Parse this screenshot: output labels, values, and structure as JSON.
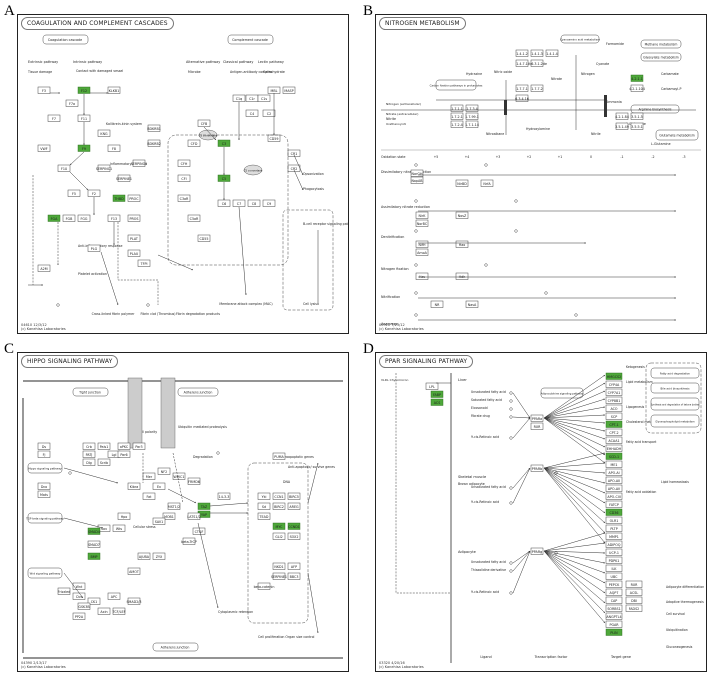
{
  "panels": [
    {
      "letter": "A",
      "title": "COAGULATION AND COMPLEMENT CASCADES",
      "copyright": "04610 12/3/12\n(c) Kanehisa Laboratories",
      "labels": [
        {
          "t": "Coagulation cascade"
        },
        {
          "t": "Complement cascade"
        },
        {
          "t": "Extrinsic pathway"
        },
        {
          "t": "Intrinsic pathway"
        },
        {
          "t": "Alternative pathway"
        },
        {
          "t": "Classical pathway"
        },
        {
          "t": "Lectin pathway"
        },
        {
          "t": "Tissue damage"
        },
        {
          "t": "Contact with damaged vessel"
        },
        {
          "t": "Kallikrein-kinin system"
        },
        {
          "t": "Inflammatory response"
        },
        {
          "t": "Anti-inflammatory response"
        },
        {
          "t": "Platelet activation"
        },
        {
          "t": "Fibrin clot (Thrombus)"
        },
        {
          "t": "Cross-linked fibrin polymer"
        },
        {
          "t": "Fibrin degradation products"
        },
        {
          "t": "Membrane attack complex (MAC)"
        },
        {
          "t": "Opsonization"
        },
        {
          "t": "Phagocytosis"
        },
        {
          "t": "B-cell receptor signaling pathway"
        },
        {
          "t": "Cell lysis"
        },
        {
          "t": "Antigen-antibody complex"
        },
        {
          "t": "Carbohydrate"
        },
        {
          "t": "Microbe"
        },
        {
          "t": "Fibrin polymer"
        },
        {
          "t": "Fibrin monomer"
        },
        {
          "t": "Bradykinin"
        },
        {
          "t": "C3 convertase"
        },
        {
          "t": "C5 convertase"
        }
      ],
      "nodes": [
        "F3",
        "F7",
        "F7a",
        "F12",
        "KLKB1",
        "F11",
        "F9",
        "F10",
        "F2",
        "FGA",
        "FGB",
        "FGG",
        "F13",
        "PLG",
        "PLAT",
        "PLAU",
        "SERPINC1",
        "SERPINE1",
        "THBD",
        "PROC",
        "PROS",
        "F5",
        "F8",
        "VWF",
        "TFPI",
        "A2M",
        "BDKRB1",
        "BDKRB2",
        "C1q",
        "C1r",
        "C1s",
        "C4",
        "C2",
        "C3",
        "C5",
        "C6",
        "C7",
        "C8",
        "C9",
        "CFB",
        "CFD",
        "CFH",
        "CFI",
        "MBL",
        "MASP",
        "CR1",
        "CR2",
        "C3aR",
        "C5aR",
        "CD55",
        "CD59",
        "KNG",
        "SERPING1"
      ],
      "green_nodes": [
        "F12",
        "F9",
        "THBD",
        "C3",
        "C5",
        "FGA"
      ]
    },
    {
      "letter": "B",
      "title": "NITROGEN METABOLISM",
      "copyright": "00910 7/23/12\n(c) Kanehisa Laboratories",
      "labels": [
        {
          "t": "Nitric oxide"
        },
        {
          "t": "Nitrous oxide"
        },
        {
          "t": "Nitrite"
        },
        {
          "t": "Nitrate"
        },
        {
          "t": "Ammonia"
        },
        {
          "t": "Hydroxylamine"
        },
        {
          "t": "Nitrogen"
        },
        {
          "t": "Carbamate"
        },
        {
          "t": "Carbamoyl-P"
        },
        {
          "t": "Cyanate"
        },
        {
          "t": "Formamide"
        },
        {
          "t": "Hydrazine"
        },
        {
          "t": "L-Glutamine"
        },
        {
          "t": "L-Glutamate"
        },
        {
          "t": "Nitroalkane"
        },
        {
          "t": "Nitrile"
        },
        {
          "t": "Urethanoyl-N"
        },
        {
          "t": "Nitrogen (extracellular)"
        },
        {
          "t": "Nitrate (extracellular)"
        },
        {
          "t": "Methane metabolism"
        },
        {
          "t": "Glyoxylate metabolism"
        },
        {
          "t": "Arginine biosynthesis"
        },
        {
          "t": "Glutamate metabolism"
        },
        {
          "t": "Carbon fixation pathways in prokaryotes"
        },
        {
          "t": "Cyanoamino acid metabolism"
        },
        {
          "t": "Oxidation state"
        },
        {
          "t": "Dissimilatory nitrate reduction"
        },
        {
          "t": "Assimilatory nitrate reduction"
        },
        {
          "t": "Denitrification"
        },
        {
          "t": "Nitrogen fixation"
        },
        {
          "t": "Nitrification"
        },
        {
          "t": "Anammox"
        }
      ],
      "oxidation_states": [
        "+5",
        "+4",
        "+3",
        "+2",
        "+1",
        "0",
        "-1",
        "-2",
        "-3"
      ],
      "nodes": [
        "1.7.1.1",
        "1.7.2.1",
        "1.7.3.4",
        "1.7.99.1",
        "1.7.2.4",
        "1.7.1.14",
        "1.4.1.2",
        "1.4.1.3",
        "1.4.1.4",
        "1.4.7.1",
        "6.3.1.2",
        "4.2.1.1",
        "4.2.1.104",
        "4.2.1.84",
        "3.5.1.49",
        "3.5.5.1",
        "3.5.1.5",
        "1.7.7.1",
        "1.7.7.2",
        "6.3.4.16",
        "NarGH",
        "NapAB",
        "NirBD",
        "NrfA",
        "NirK",
        "NorBC",
        "NosZ",
        "NifH",
        "AmoA",
        "Hao",
        "Hzs",
        "Hdh",
        "NasA",
        "NR"
      ],
      "green_nodes": [
        "4.2.1.1"
      ]
    },
    {
      "letter": "C",
      "title": "HIPPO SIGNALING PATHWAY",
      "copyright": "04390 2/13/17\n(c) Kanehisa Laboratories",
      "labels": [
        {
          "t": "Tight junction"
        },
        {
          "t": "Adherens junction"
        },
        {
          "t": "Cell polarity"
        },
        {
          "t": "Hippo signaling pathway"
        },
        {
          "t": "TGF-beta signaling pathway"
        },
        {
          "t": "Wnt signaling pathway"
        },
        {
          "t": "Cellular stress"
        },
        {
          "t": "Cytoplasmic retention"
        },
        {
          "t": "Ubiquitin mediated proteolysis"
        },
        {
          "t": "Degradation"
        },
        {
          "t": "Proapoptotic genes"
        },
        {
          "t": "Anti-apoptotic/ survive genes"
        },
        {
          "t": "Cell proliferation Organ size control"
        },
        {
          "t": "DNA"
        }
      ],
      "nodes": [
        "Crb",
        "Pals1",
        "PATJ",
        "Lgl",
        "Dlg",
        "Scrib",
        "aPKC",
        "Par3",
        "Par6",
        "Mer",
        "Kibra",
        "Ex",
        "Fat",
        "Ds",
        "Fj",
        "Dco",
        "Mats",
        "Hpo",
        "Sav",
        "Wts",
        "Yki",
        "Sd",
        "TAZ",
        "YAP",
        "TEAD",
        "MST1/2",
        "LATS1/2",
        "MOB1",
        "SAV1",
        "NF2",
        "WWC1",
        "FRMD6",
        "AJUBA",
        "ZYX",
        "AMOT",
        "14-3-3",
        "beta-TrCP",
        "CK1",
        "GSK3B",
        "APC",
        "Axin",
        "TCF/LEF",
        "beta-catenin",
        "SMAD2/3",
        "SMAD4",
        "SMAD7",
        "BMP",
        "Wnt",
        "Frizzled",
        "Dvl",
        "PP2A",
        "CTGF",
        "CCN1",
        "BIRC5",
        "BIRC2",
        "AREG",
        "MYC",
        "CCND1",
        "GLI2",
        "SOX2",
        "NKD1",
        "AFP",
        "SERPINE1",
        "BBC3",
        "PUMA"
      ],
      "green_nodes": [
        "YAP",
        "TAZ",
        "CCND1",
        "MYC",
        "SMAD4",
        "BMP"
      ]
    },
    {
      "letter": "D",
      "title": "PPAR SIGNALING PATHWAY",
      "copyright": "03320 4/20/16\n(c) Kanehisa Laboratories",
      "labels": [
        {
          "t": "VLDL Chylomicron"
        },
        {
          "t": "Liver"
        },
        {
          "t": "Skeletal muscle"
        },
        {
          "t": "Adipocyte"
        },
        {
          "t": "Brown adipocyte"
        },
        {
          "t": "Unsaturated fatty acid"
        },
        {
          "t": "Saturated fatty acid"
        },
        {
          "t": "Eicosanoid"
        },
        {
          "t": "Fibrate drug"
        },
        {
          "t": "9-cis-Retinoic acid"
        },
        {
          "t": "Thiazolidine derivative"
        },
        {
          "t": "Adipocytokine signaling pathway"
        },
        {
          "t": "Ligand"
        },
        {
          "t": "Transcription factor"
        },
        {
          "t": "Target gene"
        },
        {
          "t": "Ketogenesis"
        },
        {
          "t": "Lipid metabolism"
        },
        {
          "t": "Lipogenesis"
        },
        {
          "t": "Cholesterol metabolism"
        },
        {
          "t": "Fatty acid transport"
        },
        {
          "t": "Fatty acid oxidation"
        },
        {
          "t": "Fatty acid degradation"
        },
        {
          "t": "Bile acid biosynthesis"
        },
        {
          "t": "Synthesis and degradation of ketone bodies"
        },
        {
          "t": "Glycerophospholipid metabolism"
        },
        {
          "t": "Lipid homeostasis"
        },
        {
          "t": "Adipocyte differentiation"
        },
        {
          "t": "Adaptive thermogenesis"
        },
        {
          "t": "Cell survival"
        },
        {
          "t": "Ubiquitination"
        },
        {
          "t": "Gluconeogenesis"
        }
      ],
      "nodes": [
        "LPL",
        "FABP",
        "ACS",
        "PPARa",
        "PPARb",
        "PPARg",
        "RXR",
        "HMGCS2",
        "CYP4A",
        "CYP7A1",
        "CYP8B1",
        "ACO",
        "SCP",
        "CPT-1",
        "CPT-2",
        "ACAA1",
        "EHHADH",
        "SCD-1",
        "ME1",
        "APO-AI",
        "APO-AII",
        "APO-AV",
        "APO-CIII",
        "FATCP",
        "CD36",
        "OLR1",
        "PLTP",
        "MMP1",
        "ADIPOQ",
        "UCP-1",
        "PDPK1",
        "ILK",
        "UBC",
        "PEPCK",
        "AQP7",
        "CAP",
        "SORBS1",
        "ANGPTL4",
        "PGAR",
        "PLIN",
        "RXR",
        "ACSL",
        "DBI",
        "FADS2"
      ],
      "green_nodes": [
        "HMGCS2",
        "CPT-1",
        "ACS",
        "SCD-1",
        "FABP",
        "CD36",
        "PLIN"
      ]
    }
  ]
}
